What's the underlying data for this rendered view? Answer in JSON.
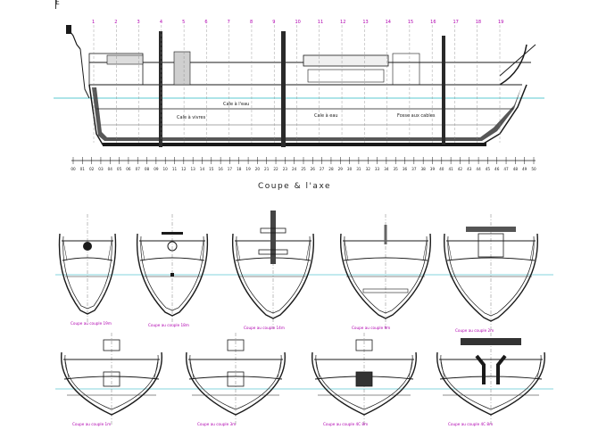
{
  "corner_tag": "E",
  "profile": {
    "title": "Coupe & l'axe",
    "frame_numbers": [
      "00",
      "01",
      "02",
      "03",
      "04",
      "05",
      "06",
      "07",
      "08",
      "09",
      "10",
      "11",
      "12",
      "13",
      "14",
      "15",
      "16",
      "17",
      "18",
      "19",
      "20",
      "21",
      "22",
      "23",
      "24",
      "25",
      "26",
      "27",
      "28",
      "29",
      "30",
      "31",
      "32",
      "33",
      "34",
      "35",
      "36",
      "37",
      "38",
      "39",
      "40",
      "41",
      "42",
      "43",
      "44",
      "45",
      "46",
      "47",
      "48",
      "49",
      "50"
    ],
    "section_marks": [
      "1",
      "2",
      "3",
      "4",
      "5",
      "6",
      "7",
      "8",
      "9",
      "10",
      "11",
      "12",
      "13",
      "14",
      "15",
      "16",
      "17",
      "18",
      "19"
    ],
    "room_labels": [
      "Cale à vivres",
      "Cale à l'eau",
      "Cale à eau",
      "Fosse aux cables"
    ]
  },
  "sections": [
    {
      "caption": "Coupe au couple 19m"
    },
    {
      "caption": "Coupe au couple 18m"
    },
    {
      "caption": "Coupe au couple 14m"
    },
    {
      "caption": "Coupe au couple 9m"
    },
    {
      "caption": "Coupe au couple 2m"
    },
    {
      "caption": "Coupe au couple 1m"
    },
    {
      "caption": "Coupe au couple 3m"
    },
    {
      "caption": "Coupe au couple 4C 8m"
    },
    {
      "caption": "Coupe au couple 4C 8m"
    }
  ],
  "colors": {
    "ink": "#1a1a1a",
    "waterline": "#5bc8d0",
    "annotation": "#b000b0",
    "hull_fill": "#3a3a3a"
  }
}
